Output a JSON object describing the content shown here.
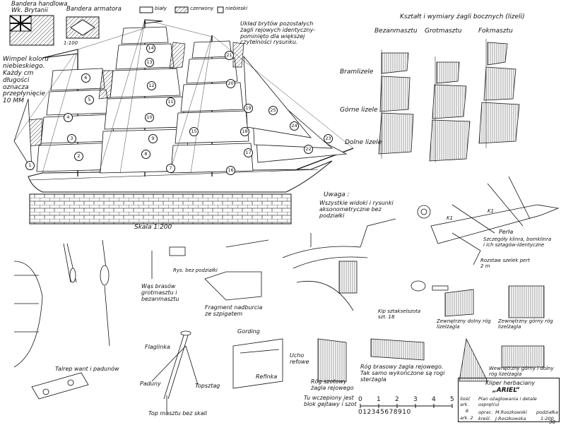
{
  "flags": {
    "merchant_flag_label": "Bandera handlowa\nWk. Brytanii",
    "owner_flag_label": "Bandera armatora",
    "scale_label": "1:100",
    "legend": [
      {
        "label": "biały",
        "pattern": "white"
      },
      {
        "label": "czerwony",
        "pattern": "hatch"
      },
      {
        "label": "niebieski",
        "pattern": "cross"
      }
    ]
  },
  "notes": {
    "pennant": "Wimpel koloru niebieskiego. Każdy cm długości oznacza przepłynięcie 10 MM",
    "sail_layout": "Układ brytów pozostałych żagli rejowych identyczny- pominięto dla większej czytelności rysunku.",
    "main_scale": "Skala 1:200",
    "warning_title": "Uwaga :",
    "warning_text": "Wszystkie widoki i rysunki aksonometryczne bez podziałki"
  },
  "studding_sails": {
    "title": "Kształt i wymiary żagli bocznych (lizeli)",
    "masts": [
      "Bezanmasztu",
      "Grotmasztu",
      "Fokmasztu"
    ],
    "rows": [
      "Bramlizele",
      "Górne lizele",
      "Dolne lizele"
    ]
  },
  "detail_labels": {
    "shrouds_deadeyes": "Talrep want i padunów",
    "brace_note": "Rys. bez podziałki",
    "brace_block": "Wąs brasów grotmasztu i bezanmasztu",
    "bulwark": "Fragment nadburcia ze szpigatem",
    "flag_halyard": "Flaglinka",
    "backstays": "Paduny",
    "topsail_stay": "Topsztag",
    "masthead": "Top masztu bez skali",
    "gording": "Gording",
    "reef_line": "Refinka",
    "reef_cringle": "Ucho refowe",
    "yard_sail_corner": "Róg szotowy żagla rejowego",
    "sheet_block_note": "Tu wczepiony jest blok gejtawy i szot",
    "brace_corner_note": "Róg brasowy żagla rejowego. Tak samo wykończone są rogi sterżagla",
    "kip": "Kip sztakselszota szt. 18",
    "outer_lower_corner": "Zewnętrzny dolny róg lizelżagla",
    "outer_upper_corner": "Zewnętrzny górny róg lizelżagla",
    "inner_corners": "Wewnętrzny górny i dolny róg lizelżagla",
    "pearl": "Perła",
    "jibboom_details": "Szczegóły klinra, bomklinra i ich sztagów-identyczne",
    "rope_spacing": "Rozstaw szelek pert 2 m",
    "k1_label": "K1",
    "k2_label": "K1"
  },
  "scale_bar": {
    "ticks": [
      "0",
      "1",
      "2",
      "3",
      "4",
      "5"
    ],
    "fine_ticks": "012345678910"
  },
  "title_block": {
    "vessel_type": "Kliper herbaciany",
    "vessel_name": "„ARIEL”",
    "qty_label": "ilość ark.",
    "qty_value": "6",
    "sheet_label": "ark. 2",
    "plan_label": "Plan ożaglowania i detale ospręt(u)",
    "drawn_label": "oprac.",
    "drawn_name": "M.Roszkowski",
    "sign_label": "podziałka",
    "drafted_label": "kreśl.",
    "drafted_name": "J.Roszkowska",
    "scale_value": "1:200",
    "sheet_no": "38"
  },
  "sail_numbers": [
    "1",
    "2",
    "3",
    "4",
    "5",
    "6",
    "7",
    "8",
    "9",
    "10",
    "11",
    "12",
    "13",
    "14",
    "15",
    "16",
    "17",
    "18",
    "19",
    "20",
    "21",
    "22",
    "23",
    "24",
    "25"
  ]
}
